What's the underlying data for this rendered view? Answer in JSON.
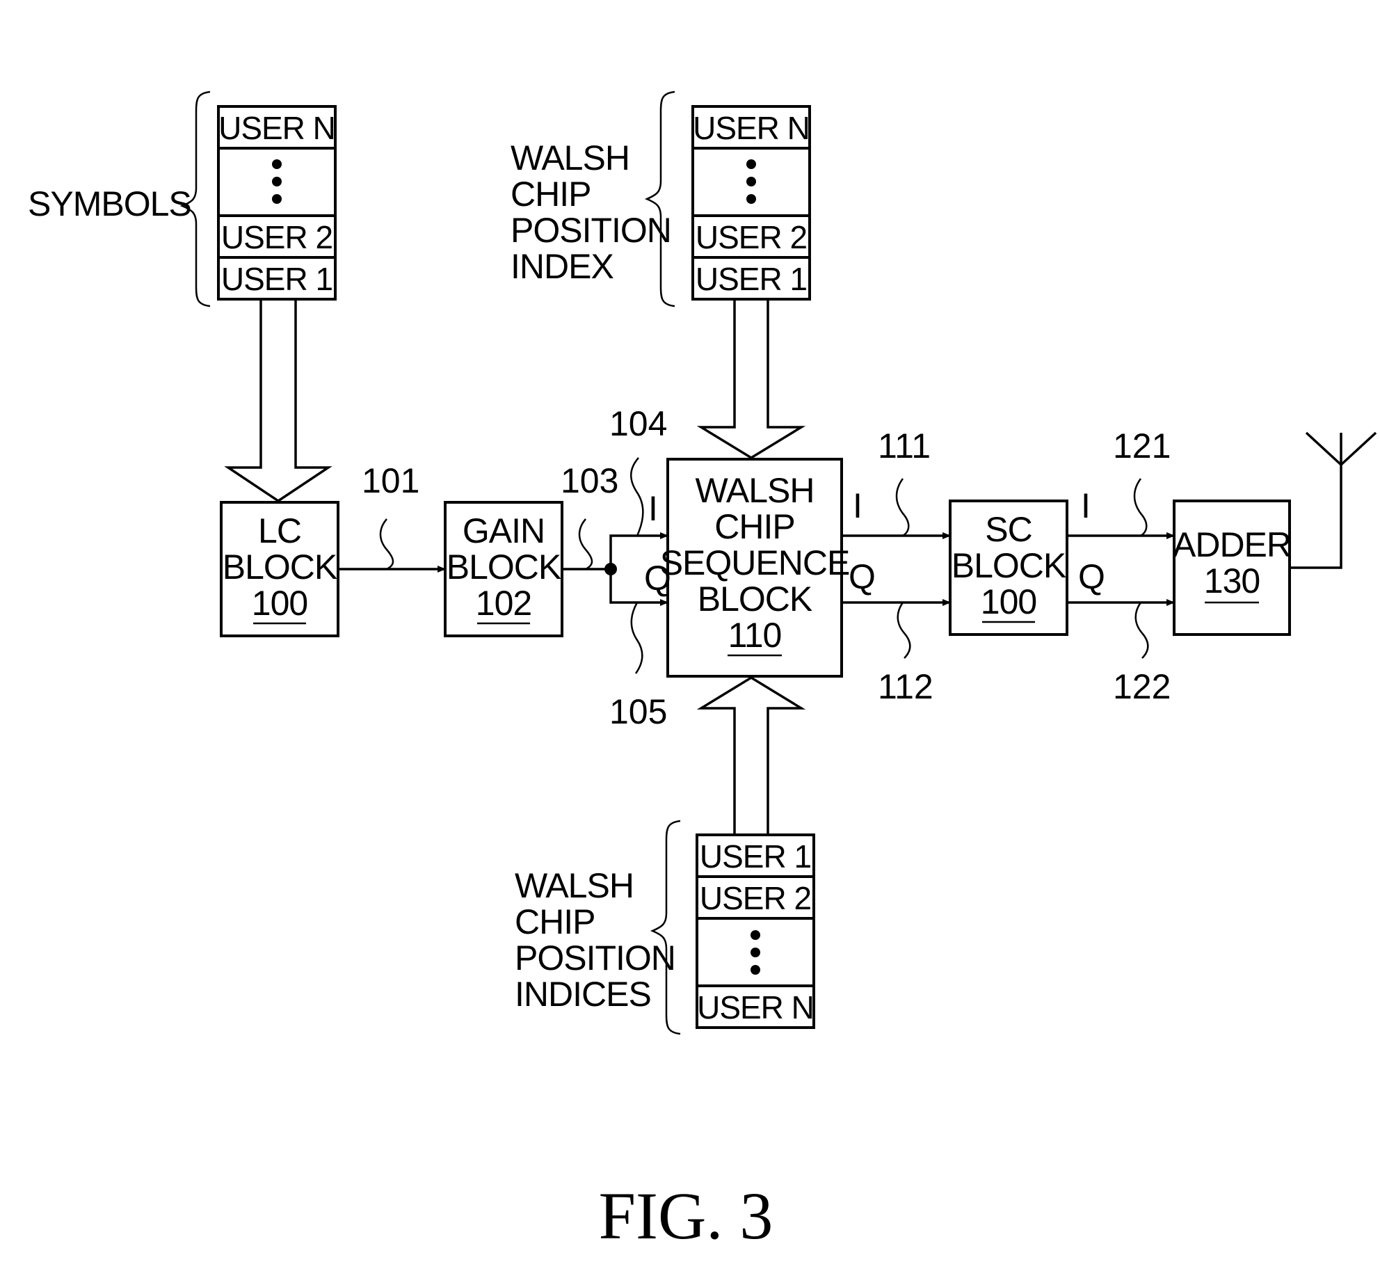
{
  "stacks": {
    "symbols": {
      "label": "SYMBOLS",
      "top": "USER N",
      "middle": "⋮",
      "second": "USER 2",
      "bottom": "USER 1"
    },
    "walsh_index_top": {
      "label": [
        "WALSH",
        "CHIP",
        "POSITION",
        "INDEX"
      ],
      "top": "USER N",
      "middle": "⋮",
      "second": "USER 2",
      "bottom": "USER 1"
    },
    "walsh_indices_bottom": {
      "label": [
        "WALSH",
        "CHIP",
        "POSITION",
        "INDICES"
      ],
      "top": "USER 1",
      "second": "USER 2",
      "middle": "⋮",
      "bottom": "USER N"
    }
  },
  "blocks": {
    "lc": {
      "lines": [
        "LC",
        "BLOCK"
      ],
      "ref": "100"
    },
    "gain": {
      "lines": [
        "GAIN",
        "BLOCK"
      ],
      "ref": "102"
    },
    "walsh": {
      "lines": [
        "WALSH",
        "CHIP",
        "SEQUENCE",
        "BLOCK"
      ],
      "ref": "110"
    },
    "sc": {
      "lines": [
        "SC",
        "BLOCK"
      ],
      "ref": "100"
    },
    "adder": {
      "lines": [
        "ADDER"
      ],
      "ref": "130"
    }
  },
  "refs": {
    "r101": "101",
    "r103": "103",
    "r104": "104",
    "r105": "105",
    "r111": "111",
    "r112": "112",
    "r121": "121",
    "r122": "122"
  },
  "channels": {
    "i": "I",
    "q": "Q"
  },
  "caption": "FIG. 3"
}
